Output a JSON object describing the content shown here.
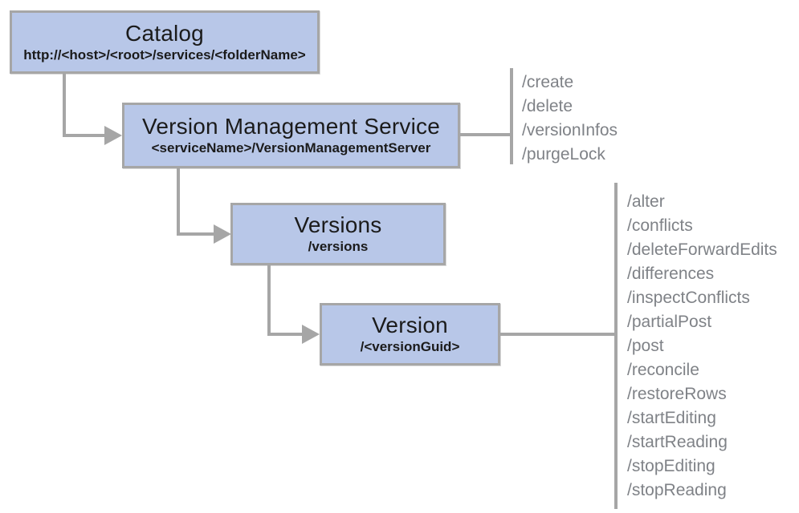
{
  "nodes": [
    {
      "title": "Catalog",
      "subtitle": "http://<host>/<root>/services/<folderName>"
    },
    {
      "title": "Version Management Service",
      "subtitle": "<serviceName>/VersionManagementServer"
    },
    {
      "title": "Versions",
      "subtitle": "/versions"
    },
    {
      "title": "Version",
      "subtitle": "/<versionGuid>"
    }
  ],
  "vms_operations": [
    "/create",
    "/delete",
    "/versionInfos",
    "/purgeLock"
  ],
  "version_operations": [
    "/alter",
    "/conflicts",
    "/deleteForwardEdits",
    "/differences",
    "/inspectConflicts",
    "/partialPost",
    "/post",
    "/reconcile",
    "/restoreRows",
    "/startEditing",
    "/startReading",
    "/stopEditing",
    "/stopReading"
  ],
  "colors": {
    "node_fill": "#b8c7e8",
    "node_border": "#a6a6a6",
    "connector": "#a6a6a6",
    "operation_text": "#7f8287",
    "title_text": "#1b1b1b"
  }
}
